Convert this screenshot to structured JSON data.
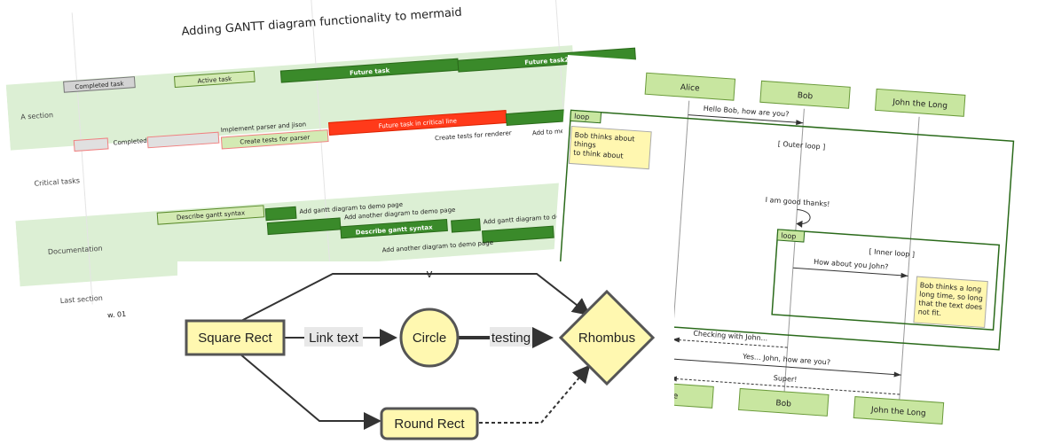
{
  "gantt": {
    "title": "Adding GANTT diagram functionality to mermaid",
    "sections": [
      "A section",
      "Critical tasks",
      "Documentation",
      "Last section"
    ],
    "axis_label": "w. 01",
    "tasks": {
      "completed": "Completed task",
      "active": "Active task",
      "future": "Future task",
      "future2": "Future task2",
      "crit_completed": "Completed task in the critical line",
      "implement": "Implement parser and jison",
      "create_tests_parser": "Create tests for parser",
      "future_crit": "Future task in critical line",
      "create_tests_renderer": "Create tests for renderer",
      "add_mermaid": "Add to mermaid",
      "describe": "Describe gantt syntax",
      "add_demo": "Add gantt diagram to demo page",
      "add_another": "Add another diagram to demo page",
      "describe_bar": "Describe gantt syntax",
      "add_demo2": "Add gantt diagram to demo page",
      "add_another2": "Add another diagram to demo page"
    }
  },
  "sequence": {
    "actors": [
      "Alice",
      "Bob",
      "John the Long"
    ],
    "messages": {
      "hello": "Hello Bob, how are you?",
      "good": "I am good thanks!",
      "how_john": "How about you John?",
      "checking": "Checking with John...",
      "yes": "Yes... John, how are you?",
      "super": "Super!"
    },
    "loops": {
      "label": "loop",
      "outer": "[ Outer loop ]",
      "inner": "[ Inner loop ]"
    },
    "notes": {
      "bob": [
        "Bob thinks about",
        "things",
        "to think about"
      ],
      "long": [
        "Bob thinks a long",
        "long time, so long",
        "that the text does",
        "not fit."
      ]
    }
  },
  "flowchart": {
    "nodes": {
      "square": "Square Rect",
      "circle": "Circle",
      "rhombus": "Rhombus",
      "round": "Round Rect"
    },
    "edges": {
      "link_text": "Link text",
      "testing": "testing",
      "v": "v"
    }
  }
}
